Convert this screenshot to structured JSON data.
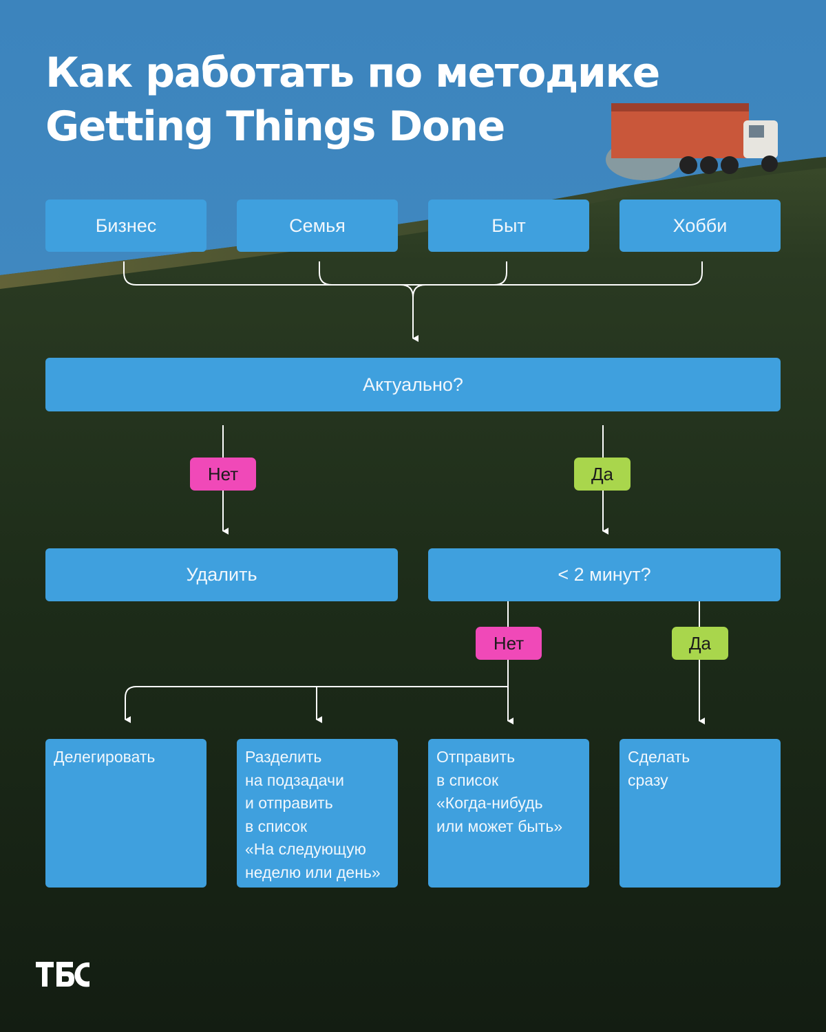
{
  "title": {
    "line1": "Как работать по методике",
    "line2": "Getting Things Done"
  },
  "categories": [
    "Бизнес",
    "Семья",
    "Быт",
    "Хобби"
  ],
  "question_relevant": "Актуально?",
  "branch_no": "Нет",
  "branch_yes": "Да",
  "delete_label": "Удалить",
  "question_two_minutes": "< 2 минут?",
  "actions": {
    "delegate": "Делегировать",
    "split": "Разделить\nна подзадачи\nи отправить\nв список\n«На следующую\nнеделю или день»",
    "someday": "Отправить\nв список\n«Когда-нибудь\nили может быть»",
    "do_now": "Сделать\nсразу"
  },
  "colors": {
    "box": "#3fa0de",
    "badge_no": "#f049b8",
    "badge_yes": "#a9d64c",
    "sky": "#3e87c0",
    "field": "#1f3019"
  },
  "brand_icon": "tbank-logo-icon"
}
